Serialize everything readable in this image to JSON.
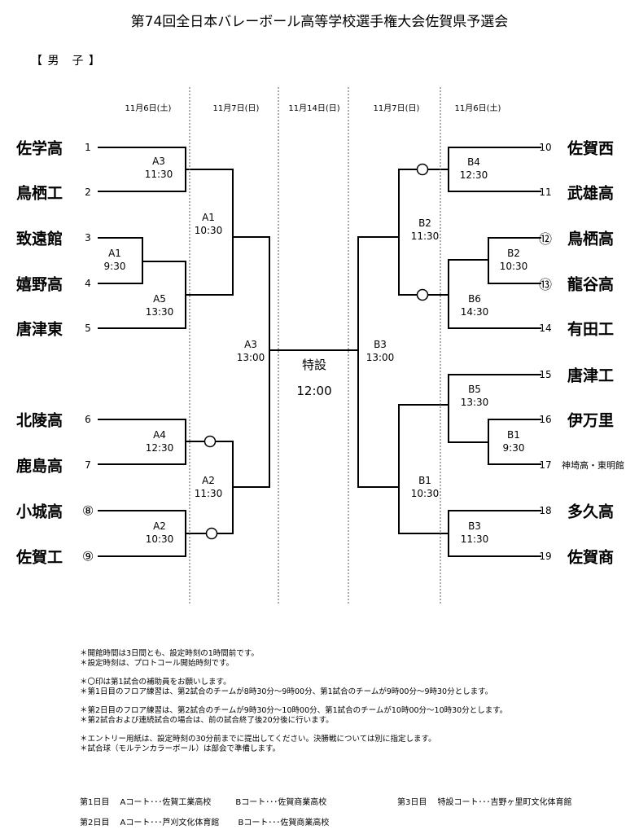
{
  "title": "第74回全日本バレーボール高等学校選手権大会佐賀県予選会",
  "gender_label": "【 男　子 】",
  "dates": [
    "11月6日(土)",
    "11月7日(日)",
    "11月14日(日)",
    "11月7日(日)",
    "11月6日(土)"
  ],
  "left_teams": [
    {
      "name": "佐学高",
      "num": "1"
    },
    {
      "name": "鳥栖工",
      "num": "2"
    },
    {
      "name": "致遠館",
      "num": "3"
    },
    {
      "name": "嬉野高",
      "num": "4"
    },
    {
      "name": "唐津東",
      "num": "5"
    },
    {
      "name": "北陵高",
      "num": "6"
    },
    {
      "name": "鹿島高",
      "num": "7"
    },
    {
      "name": "小城高",
      "num": "⑧"
    },
    {
      "name": "佐賀工",
      "num": "⑨"
    }
  ],
  "right_teams": [
    {
      "name": "佐賀西",
      "num": "10"
    },
    {
      "name": "武雄高",
      "num": "11"
    },
    {
      "name": "鳥栖高",
      "num": "⑫"
    },
    {
      "name": "龍谷高",
      "num": "⑬"
    },
    {
      "name": "有田工",
      "num": "14"
    },
    {
      "name": "唐津工",
      "num": "15"
    },
    {
      "name": "伊万里",
      "num": "16"
    },
    {
      "name": "神埼高・東明館",
      "num": "17"
    },
    {
      "name": "多久高",
      "num": "18"
    },
    {
      "name": "佐賀商",
      "num": "19"
    }
  ],
  "matches": {
    "l_a3_r1": {
      "court": "A3",
      "time": "11:30"
    },
    "l_a1_r1": {
      "court": "A1",
      "time": "9:30"
    },
    "l_a5_r1": {
      "court": "A5",
      "time": "13:30"
    },
    "l_a4_r1": {
      "court": "A4",
      "time": "12:30"
    },
    "l_a2_r1": {
      "court": "A2",
      "time": "10:30"
    },
    "l_a1_r2": {
      "court": "A1",
      "time": "10:30"
    },
    "l_a2_r2": {
      "court": "A2",
      "time": "11:30"
    },
    "l_a3_sf": {
      "court": "A3",
      "time": "13:00"
    },
    "r_b4_r1": {
      "court": "B4",
      "time": "12:30"
    },
    "r_b2_r1": {
      "court": "B2",
      "time": "10:30"
    },
    "r_b6_r1": {
      "court": "B6",
      "time": "14:30"
    },
    "r_b5_r1": {
      "court": "B5",
      "time": "13:30"
    },
    "r_b1_r1": {
      "court": "B1",
      "time": "9:30"
    },
    "r_b3_r1": {
      "court": "B3",
      "time": "11:30"
    },
    "r_b2_r2": {
      "court": "B2",
      "time": "11:30"
    },
    "r_b1_r2": {
      "court": "B1",
      "time": "10:30"
    },
    "r_b3_sf": {
      "court": "B3",
      "time": "13:00"
    },
    "final": {
      "court": "特設",
      "time": "12:00"
    }
  },
  "notes": [
    "＊開館時間は3日間とも、設定時刻の1時間前です。",
    "＊設定時刻は、プロトコール開始時刻です。",
    "＊〇印は第1試合の補助員をお願いします。",
    "＊第1日目のフロア練習は、第2試合のチームが8時30分～9時00分、第1試合のチームが9時00分～9時30分とします。",
    "＊第2日目のフロア練習は、第2試合のチームが9時30分～10時00分、第1試合のチームが10時00分～10時30分とします。",
    "＊第2試合および連続試合の場合は、前の試合終了後20分後に行います。",
    "＊エントリー用紙は、設定時刻の30分前までに提出してください。決勝戦については別に指定します。",
    "＊試合球（モルテンカラーボール）は部会で準備します。"
  ],
  "venues": {
    "day1": "第1日目　 Aコート･･･佐賀工業高校　　　Bコート･･･佐賀商業高校",
    "day2": "第2日目　 Aコート･･･芦刈文化体育館　　 Bコート･･･佐賀商業高校",
    "day3": "第3日目　 特設コート･･･吉野ヶ里町文化体育館"
  }
}
